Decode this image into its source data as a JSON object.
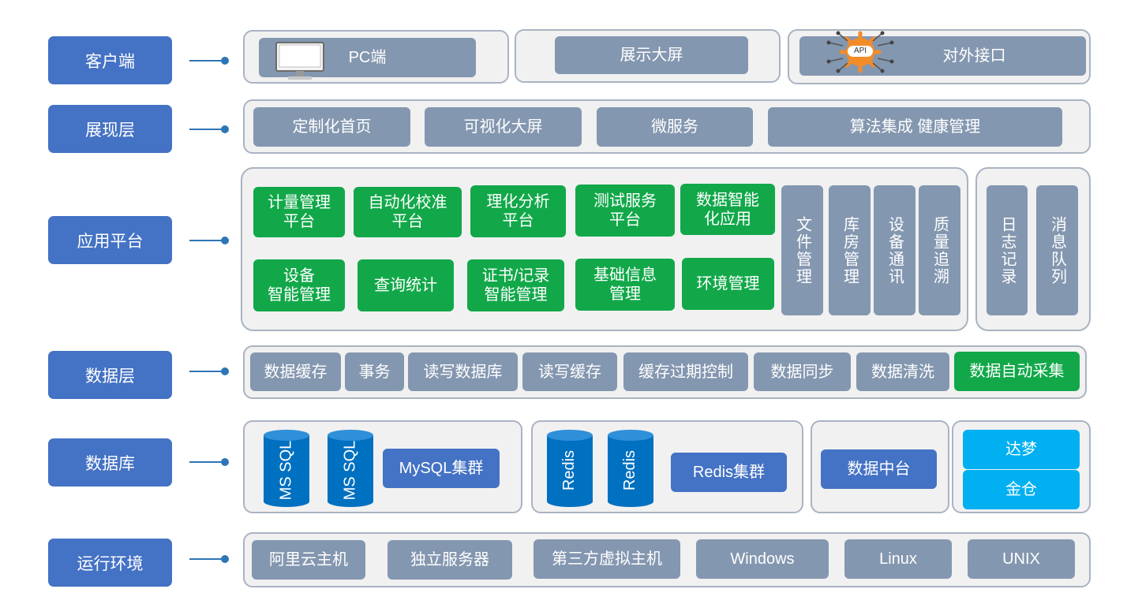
{
  "layers": {
    "client": "客户端",
    "presentation": "展现层",
    "app_platform": "应用平台",
    "data_layer": "数据层",
    "database": "数据库",
    "runtime": "运行环境"
  },
  "client": {
    "pc": "PC端",
    "big_screen": "展示大屏",
    "api_badge": "API",
    "external_api": "对外接口"
  },
  "presentation": {
    "items": [
      "定制化首页",
      "可视化大屏",
      "微服务",
      "算法集成 健康管理"
    ]
  },
  "app_platform": {
    "green_row1": [
      "计量管理\n平台",
      "自动化校准\n平台",
      "理化分析\n平台",
      "测试服务\n平台",
      "数据智能\n化应用"
    ],
    "green_row2": [
      "设备\n智能管理",
      "查询统计",
      "证书/记录\n智能管理",
      "基础信息\n管理",
      "环境管理"
    ],
    "vertical": [
      "文件管理",
      "库房管理",
      "设备通讯",
      "质量追溯"
    ],
    "side": [
      "日志记录",
      "消息队列"
    ]
  },
  "data_layer": {
    "items": [
      "数据缓存",
      "事务",
      "读写数据库",
      "读写缓存",
      "缓存过期控制",
      "数据同步",
      "数据清洗"
    ],
    "highlight": "数据自动采集"
  },
  "database": {
    "mssql_1": "MS SQL",
    "mssql_2": "MS SQL",
    "mysql_cluster": "MySQL集群",
    "redis_1": "Redis",
    "redis_2": "Redis",
    "redis_cluster": "Redis集群",
    "data_middle": "数据中台",
    "dameng": "达梦",
    "jincang": "金仓"
  },
  "runtime": {
    "items": [
      "阿里云主机",
      "独立服务器",
      "第三方虚拟主机",
      "Windows",
      "Linux",
      "UNIX"
    ]
  },
  "colors": {
    "label_blue": "#4472c4",
    "connector_blue": "#2e75b6",
    "gray_box": "#8497b0",
    "green_box": "#12a84a",
    "cyan_box": "#00b0f0",
    "cylinder_blue": "#0070c0",
    "api_orange": "#f28c28"
  }
}
